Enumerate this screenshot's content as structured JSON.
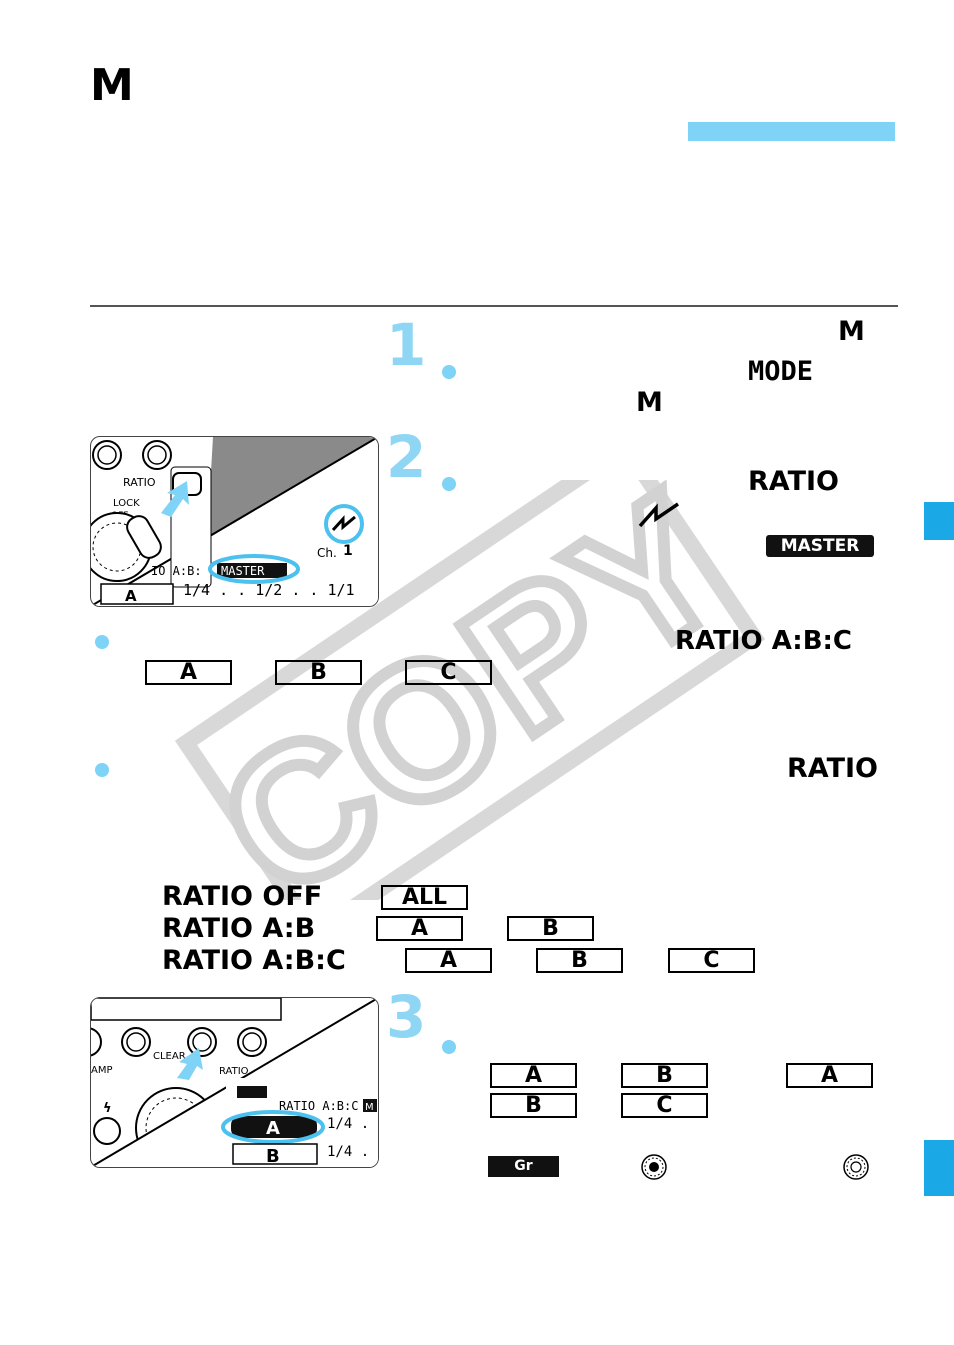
{
  "page": {
    "title": "M",
    "accent_color": "#7fd3f7",
    "tab_color": "#1aa8e6"
  },
  "watermark": {
    "text": "COPY"
  },
  "step1": {
    "number": "1",
    "heading_label": "M",
    "mode_button": "MODE",
    "mode_value": "M"
  },
  "step2": {
    "number": "2",
    "ratio_button": "RATIO",
    "master_badge": "MASTER",
    "ratio_abc": "RATIO A:B:C",
    "ratio_label": "RATIO",
    "groups": [
      "A",
      "B",
      "C"
    ],
    "figure": {
      "ratio_btn_label": "RATIO",
      "lock_label": "LOCK",
      "off_label": "OFF",
      "ch_label": "Ch.",
      "ch_value": "1",
      "status_text": "IO A:B:",
      "master_text": "MASTER",
      "scale_text": "1/4 . . 1/2 . . 1/1",
      "group_text": "A"
    }
  },
  "ratio_table": [
    {
      "label": "RATIO OFF",
      "boxes": [
        "ALL"
      ]
    },
    {
      "label": "RATIO A:B",
      "boxes": [
        "A",
        "B"
      ]
    },
    {
      "label": "RATIO A:B:C",
      "boxes": [
        "A",
        "B",
        "C"
      ]
    }
  ],
  "step3": {
    "number": "3",
    "sequence_row1": [
      "A",
      "B",
      "A"
    ],
    "sequence_row2": [
      "B",
      "C"
    ],
    "gr_badge": "Gr",
    "figure": {
      "clear_label": "CLEAR",
      "ratio_label": "RATIO",
      "amp_label": "AMP",
      "status_text": "RATIO A:B:C",
      "status_tail": "M",
      "selected_group": "A",
      "next_group": "B",
      "value1": "1/4 . .",
      "value2": "1/4 . ."
    }
  }
}
